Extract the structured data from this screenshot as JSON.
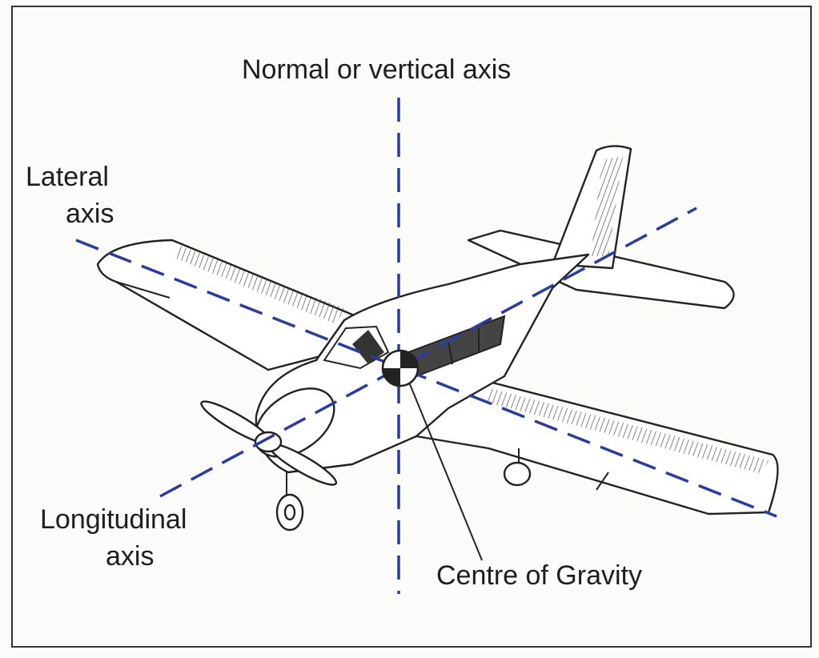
{
  "labels": {
    "normal_axis": "Normal or vertical axis",
    "lateral_axis_line1": "Lateral",
    "lateral_axis_line2": "axis",
    "longitudinal_axis_line1": "Longitudinal",
    "longitudinal_axis_line2": "axis",
    "centre_of_gravity": "Centre of Gravity"
  },
  "colors": {
    "axis_line": "#2a3d9c",
    "outline": "#222222",
    "background": "#fbfbf9"
  }
}
